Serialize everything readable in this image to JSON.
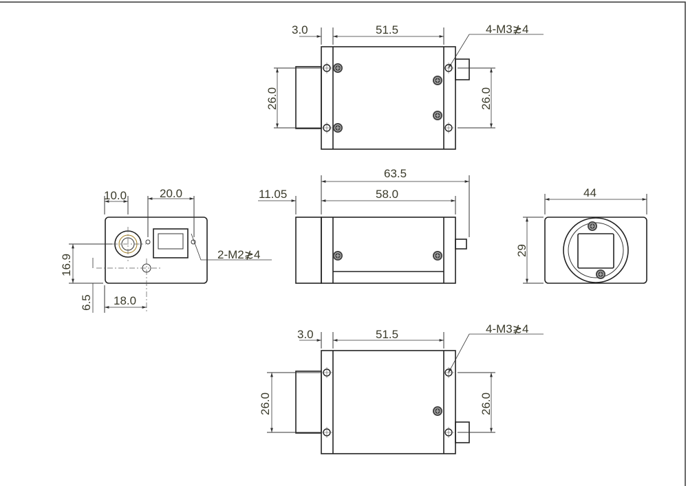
{
  "top_view": {
    "dim_flange": "3.0",
    "dim_body": "51.5",
    "thread_note": "4-M3≵4",
    "dim_left_height": "26.0",
    "dim_right_height": "26.0"
  },
  "rear_view": {
    "dim_connector": "10.0",
    "dim_rj45": "20.0",
    "thread_note": "2-M2≵4",
    "dim_height": "16.9",
    "dim_hole_height": "6.5",
    "dim_hole_offset": "18.0"
  },
  "side_view": {
    "dim_total": "63.5",
    "dim_lens_mount": "11.05",
    "dim_body": "58.0"
  },
  "front_view": {
    "dim_width": "44",
    "dim_height": "29"
  },
  "bottom_view": {
    "dim_flange": "3.0",
    "dim_body": "51.5",
    "thread_note": "4-M3≵4",
    "dim_left_height": "26.0",
    "dim_right_height": "26.0"
  }
}
